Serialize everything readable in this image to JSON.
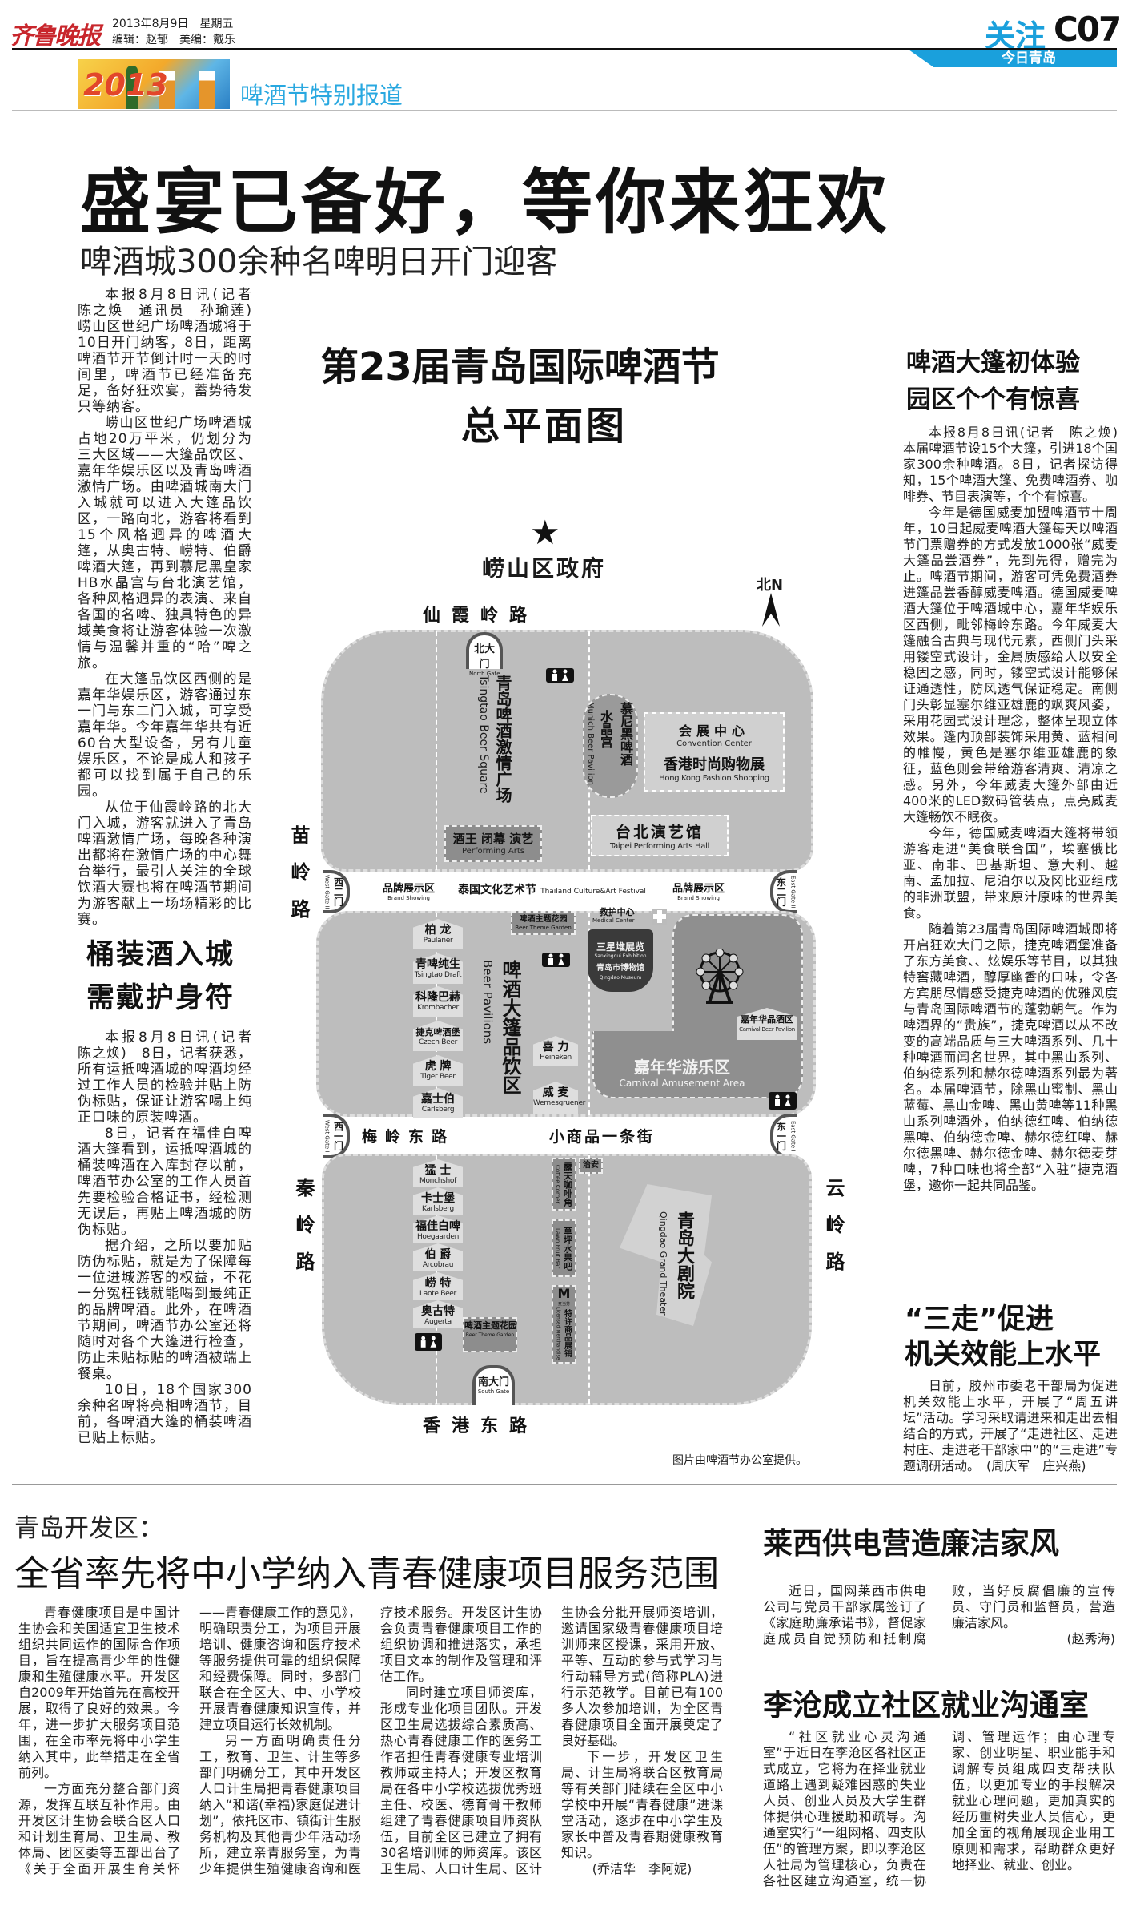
{
  "header": {
    "logo": "齐鲁晚报",
    "date": "2013年8月9日　星期五",
    "editors": "编辑：赵郁　美编：戴乐",
    "section": "关注",
    "page": "C07",
    "tab": "今日青岛",
    "banner_year": "2013",
    "banner_title": "啤酒节特别报道",
    "accent": "#1aa0dc"
  },
  "lead": {
    "headline": "盛宴已备好，等你来狂欢",
    "subhead": "啤酒城300余种名啤明日开门迎客",
    "paragraphs": [
      "本报8月8日讯(记者　陈之焕　通讯员　孙瑜莲)　崂山区世纪广场啤酒城将于10日开门纳客，8日，距离啤酒节开节倒计时一天的时间里，啤酒节已经准备充足，备好狂欢宴，蓄势待发只等纳客。",
      "崂山区世纪广场啤酒城占地20万平米，仍划分为三大区域——大篷品饮区、嘉年华娱乐区以及青岛啤酒激情广场。由啤酒城南大门入城就可以进入大篷品饮区，一路向北，游客将看到15个风格迥异的啤酒大篷，从奥古特、崂特、伯爵啤酒大篷，再到慕尼黑皇家HB水晶宫与台北演艺馆，各种风格迥异的表演、来自各国的名啤、独具特色的异域美食将让游客体验一次激情与温馨并重的“哈”啤之旅。",
      "在大篷品饮区西侧的是嘉年华娱乐区，游客通过东一门与东二门入城，可享受嘉年华。今年嘉年华共有近60台大型设备，另有儿童娱乐区，不论是成人和孩子都可以找到属于自己的乐园。",
      "从位于仙霞岭路的北大门入城，游客就进入了青岛啤酒激情广场，每晚各种演出都将在激情广场的中心舞台举行，最引人关注的全球饮酒大赛也将在啤酒节期间为游客献上一场场精彩的比赛。"
    ]
  },
  "barrel": {
    "title1": "桶装酒入城",
    "title2": "需戴护身符",
    "paragraphs": [
      "本报8月8日讯(记者　陈之焕)　8日，记者获悉，所有运抵啤酒城的啤酒均经过工作人员的检验并贴上防伪标贴，保证让游客喝上纯正口味的原装啤酒。",
      "8日，记者在福佳白啤酒大篷看到，运抵啤酒城的桶装啤酒在入库封存以前，啤酒节办公室的工作人员首先要检验合格证书，经检测无误后，再贴上啤酒城的防伪标贴。",
      "据介绍，之所以要加贴防伪标贴，就是为了保障每一位进城游客的权益，不花一分冤枉钱就能喝到最纯正的品牌啤酒。此外，在啤酒节期间，啤酒节办公室还将随时对各个大篷进行检查，防止未贴标贴的啤酒被端上餐桌。",
      "10日，18个国家300余种名啤将亮相啤酒节，目前，各啤酒大篷的桶装啤酒已贴上标贴。"
    ]
  },
  "tent_article": {
    "title1": "啤酒大篷初体验",
    "title2": "园区个个有惊喜",
    "paragraphs": [
      "本报8月8日讯(记者　陈之焕)　本届啤酒节设15个大篷，引进18个国家300余种啤酒。8日，记者探访得知，15个啤酒大篷、免费啤酒券、咖啡券、节目表演等，个个有惊喜。",
      "今年是德国威麦加盟啤酒节十周年，10日起威麦啤酒大篷每天以啤酒节门票赠券的方式发放1000张“威麦大篷品尝酒券”，先到先得，赠完为止。啤酒节期间，游客可凭免费酒券进篷品尝香醇威麦啤酒。德国威麦啤酒大篷位于啤酒城中心，嘉年华娱乐区西侧，毗邻梅岭东路。今年威麦大篷融合古典与现代元素，西侧门头采用镂空式设计，金属质感给人以安全稳固之感，同时，镂空式设计能够保证通透性，防风透气保证稳定。南侧门头彰显塞尔维亚雄鹿的飒爽风姿，采用花园式设计理念，整体呈现立体效果。篷内顶部装饰采用黄、蓝相间的帷幔，黄色是塞尔维亚雄鹿的象征，蓝色则会带给游客清爽、清凉之感。另外，今年威麦大篷外部由近400米的LED数码管装点，点亮威麦大篷畅饮不眠夜。",
      "今年，德国威麦啤酒大篷将带领游客走进“美食联合国”，埃塞俄比亚、南非、巴基斯坦、意大利、越南、孟加拉、尼泊尔以及冈比亚组成的非洲联盟，带来原汁原味的世界美食。",
      "随着第23届青岛国际啤酒城即将开启狂欢大门之际，捷克啤酒堡准备了东方美食、、炫娱乐等节目，以其独特窖藏啤酒，醇厚幽香的口味，令各方宾朋尽情感受捷克啤酒的优雅风度与青岛国际啤酒节的蓬勃朝气。作为啤酒界的“贵族”，捷克啤酒以从不改变的高端品质与三大啤酒系列、几十种啤酒而闻名世界，其中黑山系列、伯纳德系列和赫尔德啤酒系列最为著名。本届啤酒节，除黑山蜜制、黑山蓝莓、黑山金啤、黑山黄啤等11种黑山系列啤酒外，伯纳德红啤、伯纳德黑啤、伯纳德金啤、赫尔德红啤、赫尔德黑啤、赫尔德金啤、赫尔德麦芽啤，7种口味也将全部“入驻”捷克酒堡，邀你一起共同品鉴。"
    ]
  },
  "sanzou": {
    "title1": "“三走”促进",
    "title2": "机关效能上水平",
    "paragraph": "日前，胶州市委老干部局为促进机关效能上水平，开展了“周五讲坛”活动。学习采取请进来和走出去相结合的方式，开展了“走进社区、走进村庄、走进老干部家中”的“三走进”专题调研活动。",
    "byline": "(周庆军　庄兴燕)"
  },
  "map": {
    "title1": "第23届青岛国际啤酒节",
    "title2": "总平面图",
    "gov": "崂山区政府",
    "north_cn": "北",
    "north_en": "N",
    "roads": {
      "north": "仙霞岭路",
      "west_top": "苗岭路",
      "mid": "梅岭东路",
      "street": "小商品一条街",
      "west_bottom": "秦岭路",
      "east_bottom": "云岭路",
      "south": "香港东路"
    },
    "gates": {
      "north": {
        "cn": "北大门",
        "en": "North Gate"
      },
      "south": {
        "cn": "南大门",
        "en": "South Gate"
      },
      "west2": {
        "cn": "西二门",
        "en": "West Gate II"
      },
      "west1": {
        "cn": "西一门",
        "en": "West Gate I"
      },
      "east2": {
        "cn": "东二门",
        "en": "East Gate II"
      },
      "east1": {
        "cn": "东一门",
        "en": "East Gate I"
      }
    },
    "zones": {
      "square": {
        "cn": "青岛啤酒激情广场",
        "en": "Tsingtao Beer Square"
      },
      "munich": {
        "cn1": "慕尼黑啤酒",
        "cn2": "水晶宫",
        "en": "Munich Beer Pavilion"
      },
      "convention": {
        "cn": "会展中心",
        "en": "Convention Center"
      },
      "hk": {
        "cn": "香港时尚购物展",
        "en": "Hong Kong Fashion Shopping"
      },
      "taipei": {
        "cn": "台北演艺馆",
        "en": "Taipei Performing Arts Hall"
      },
      "perform": {
        "cn": "酒王 闭幕 演艺",
        "en": "Performing Arts"
      },
      "brand_left": {
        "cn": "品牌展示区",
        "en": "Brand Showing"
      },
      "brand_right": {
        "cn": "品牌展示区",
        "en": "Brand Showing"
      },
      "thailand": {
        "cn": "泰国文化艺术节",
        "en": "Thailand Culture&Art Festival"
      },
      "garden1": {
        "cn": "啤酒主题花园",
        "en": "Beer Theme Garden"
      },
      "garden2": {
        "cn": "啤酒主题花园",
        "en": "Beer Theme Garden"
      },
      "medical": {
        "cn": "救护中心",
        "en": "Medical Center"
      },
      "sanxingdui": {
        "cn": "三星堆展览",
        "en": "Sanxingdui Exhibition",
        "cn2": "青岛市博物馆",
        "en2": "Qingdao Museum"
      },
      "pavilions": {
        "cn": "啤酒大篷品饮区",
        "en": "Beer Pavilions"
      },
      "carnival": {
        "cn": "嘉年华游乐区",
        "en": "Carnival Amusement Area"
      },
      "coffee": {
        "cn": "露天咖啡角",
        "en": "Coffee Corner"
      },
      "security": {
        "cn": "治安"
      },
      "fruit": {
        "cn": "草坪水果吧",
        "en": "Lawn Fruit Bar"
      },
      "licensed": {
        "brand": "麦当劳",
        "cn": "特许商品展销",
        "en": "Licensed Merchandise"
      },
      "theater": {
        "cn": "青岛大剧院",
        "en": "Qingdao Grand Theater"
      }
    },
    "tents_top": [
      {
        "cn": "柏 龙",
        "en": "Paulaner"
      },
      {
        "cn": "青啤纯生",
        "en": "Tsingtao Draft"
      },
      {
        "cn": "科隆巴赫",
        "en": "Krombacher"
      },
      {
        "cn": "捷克啤酒堡",
        "en": "Czech Beer"
      },
      {
        "cn": "虎 牌",
        "en": "Tiger Beer"
      },
      {
        "cn": "嘉士伯",
        "en": "Carlsberg"
      }
    ],
    "tents_mid": [
      {
        "cn": "喜 力",
        "en": "Heineken"
      },
      {
        "cn": "威 麦",
        "en": "Wernesgruener"
      },
      {
        "cn": "嘉年华品酒区",
        "en": "Carnival Beer Pavilion"
      }
    ],
    "tents_bottom": [
      {
        "cn": "猛 士",
        "en": "Monchshof"
      },
      {
        "cn": "卡士堡",
        "en": "Karlsberg"
      },
      {
        "cn": "福佳白啤",
        "en": "Hoegaarden"
      },
      {
        "cn": "伯 爵",
        "en": "Arcobrau"
      },
      {
        "cn": "崂 特",
        "en": "Laote Beer"
      },
      {
        "cn": "奥古特",
        "en": "Augerta"
      }
    ],
    "caption": "图片由啤酒节办公室提供。"
  },
  "youth": {
    "kicker": "青岛开发区：",
    "headline": "全省率先将中小学纳入青春健康项目服务范围",
    "paragraphs": [
      "青春健康项目是中国计生协会和美国适宜卫生技术组织共同运作的国际合作项目，旨在提高青少年的性健康和生殖健康水平。开发区自2009年开始首先在高校开展，取得了良好的效果。今年，进一步扩大服务项目范围，在全市率先将中小学生纳入其中，此举措走在全省前列。",
      "一方面充分整合部门资源，发挥互联互补作用。由开发区计生协会联合区人口和计划生育局、卫生局、教体局、团区委等五部出台了《关于全面开展生育关怀——青春健康工作的意见》，明确职责分工，为项目开展培训、健康咨询和医疗技术等服务提供可靠的组织保障和经费保障。同时，多部门联合在全区大、中、小学校开展青春健康知识宣传，并建立项目运行长效机制。",
      "另一方面明确责任分工，教育、卫生、计生等多部门明确分工，其中开发区人口计生局把青春健康项目纳入“和谐(幸福)家庭促进计划”，依托区市、镇街计生服务机构及其他青少年活动场所，建立亲青服务室，为青少年提供生殖健康咨询和医疗技术服务。开发区计生协会负责青春健康项目工作的组织协调和推进落实，承担项目文本的制作及管理和评估工作。",
      "同时建立项目师资库，形成专业化项目团队。开发区卫生局选拔综合素质高、热心青春健康工作的医务工作者担任青春健康专业培训教师或主持人；开发区教育局在各中小学校选拔优秀班主任、校医、德育骨干教师组建了青春健康项目师资队伍，目前全区已建立了拥有30名培训师的师资库。该区卫生局、人口计生局、区计生协会分批开展师资培训，邀请国家级青春健康项目培训师来区授课，采用开放、平等、互动的参与式学习与行动辅导方式(简称PLA)进行示范教学。目前已有100多人次参加培训，为全区青春健康项目全面开展奠定了良好基础。",
      "下一步，开发区卫生局、计生局将联合区教育局等有关部门陆续在全区中小学校中开展“青春健康”进课堂活动，逐步在中小学生及家长中普及青春期健康教育知识。"
    ],
    "byline": "(乔洁华　李阿妮)"
  },
  "laixi": {
    "headline": "莱西供电营造廉洁家风",
    "paragraph": "近日，国网莱西市供电公司与党员干部家属签订了《家庭助廉承诺书》，督促家庭成员自觉预防和抵制腐败，当好反腐倡廉的宣传员、守门员和监督员，营造廉洁家风。",
    "byline": "(赵秀海)"
  },
  "licang": {
    "headline": "李沧成立社区就业沟通室",
    "paragraph": "“社区就业心灵沟通室”于近日在李沧区各社区正式成立，它将为在择业就业道路上遇到疑难困惑的失业人员、创业人员及大学生群体提供心理援助和疏导。沟通室实行“一组网格、四支队伍”的管理方案，即以李沧区人社局为管理核心，负责在各社区建立沟通室，统一协调、管理运作；由心理专家、创业明星、职业能手和调解专员组成四支帮扶队伍，以更加专业的手段解决就业心理问题，更加真实的经历重树失业人员信心，更加全面的视角展现企业用工原则和需求，帮助群众更好地择业、就业、创业。"
  }
}
